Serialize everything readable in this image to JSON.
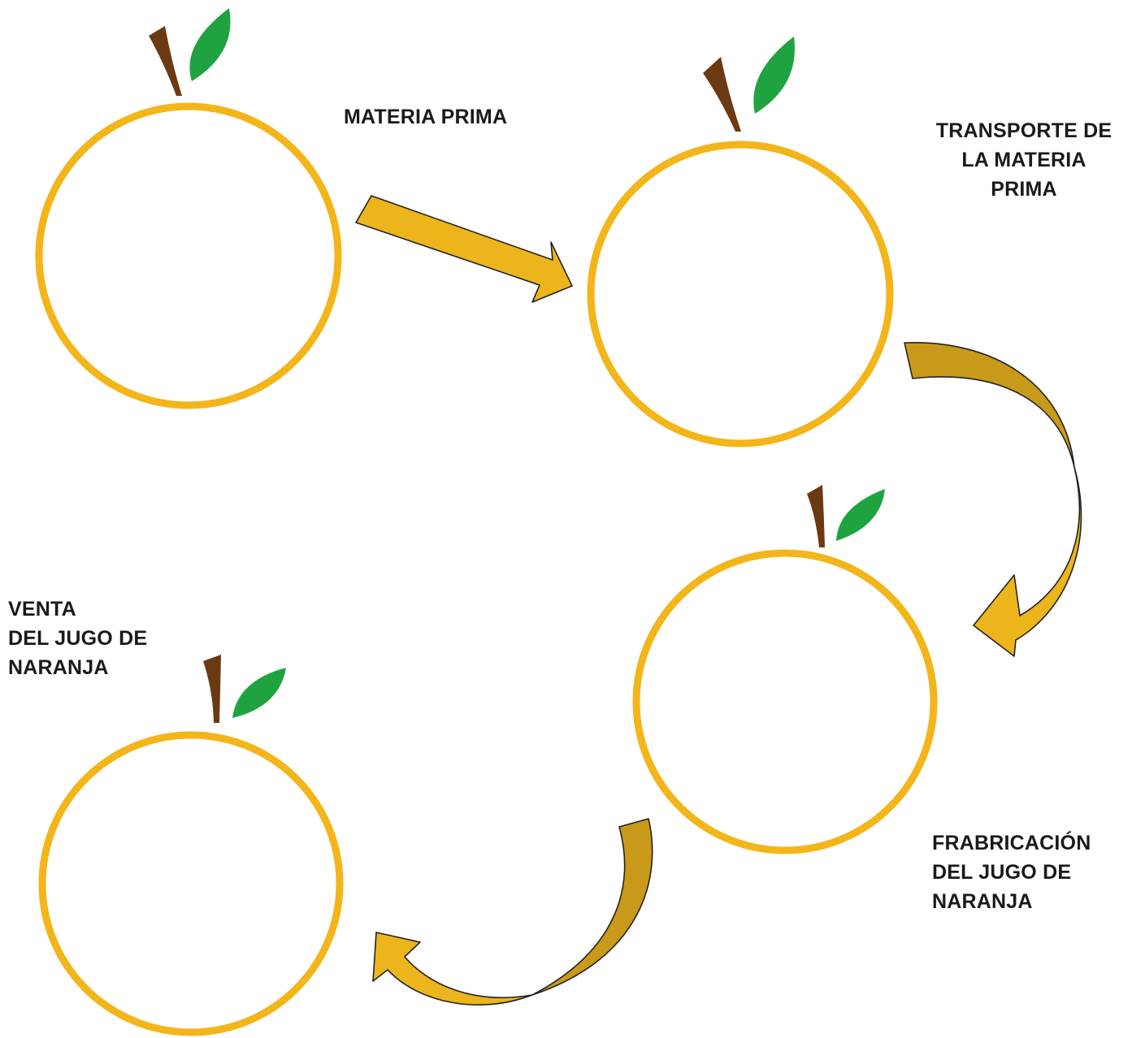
{
  "colors": {
    "orange_ring": "#F3B519",
    "arrow_fill": "#EDB51C",
    "arrow_shade": "#C99A1A",
    "arrow_outline": "#222222",
    "stem": "#6B3A12",
    "leaf": "#1FA340",
    "text": "#1A1A1A",
    "background": "#FFFFFF"
  },
  "steps": [
    {
      "id": "materia-prima",
      "lines": [
        "MATERIA PRIMA"
      ]
    },
    {
      "id": "transporte",
      "lines": [
        "TRANSPORTE DE",
        "LA MATERIA",
        "PRIMA"
      ]
    },
    {
      "id": "fabricacion",
      "lines": [
        "FRABRICACIÓN",
        "DEL JUGO DE",
        "NARANJA"
      ]
    },
    {
      "id": "venta",
      "lines": [
        "VENTA",
        "DEL JUGO DE",
        "NARANJA"
      ]
    }
  ],
  "icons": [
    "orange-icon",
    "stem-icon",
    "leaf-icon",
    "arrow-icon"
  ]
}
